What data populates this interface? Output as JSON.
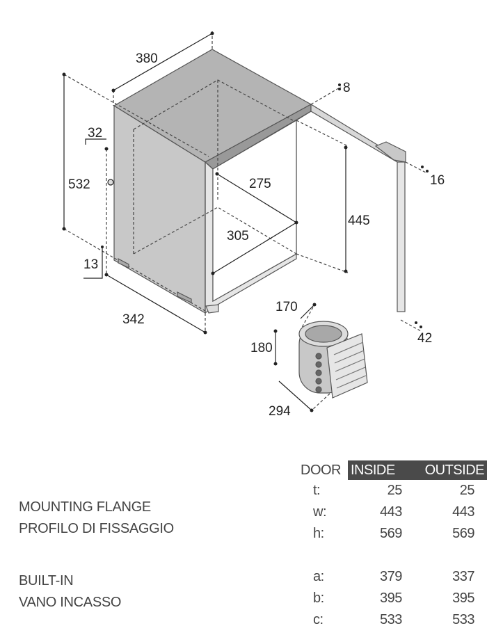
{
  "drawing": {
    "dims": {
      "width_top": "380",
      "height_total": "532",
      "flange_offset": "32",
      "foot_height": "13",
      "depth_bottom": "342",
      "inner_width": "275",
      "inner_depth": "305",
      "inner_height": "445",
      "door_gap": "8",
      "door_thickness": "16",
      "door_depth": "42",
      "comp_width": "170",
      "comp_height": "180",
      "comp_depth": "294"
    },
    "colors": {
      "body": "#c8c8c8",
      "top": "#b4b4b4",
      "line": "#222222"
    }
  },
  "labels": {
    "mounting_en": "MOUNTING FLANGE",
    "mounting_it": "PROFILO DI FISSAGGIO",
    "builtin_en": "BUILT-IN",
    "builtin_it": "VANO INCASSO"
  },
  "table": {
    "headers": [
      "DOOR",
      "INSIDE",
      "OUTSIDE"
    ],
    "door_rows": [
      {
        "key": "t:",
        "inside": "25",
        "outside": "25"
      },
      {
        "key": "w:",
        "inside": "443",
        "outside": "443"
      },
      {
        "key": "h:",
        "inside": "569",
        "outside": "569"
      }
    ],
    "builtin_rows": [
      {
        "key": "a:",
        "inside": "379",
        "outside": "337"
      },
      {
        "key": "b:",
        "inside": "395",
        "outside": "395"
      },
      {
        "key": "c:",
        "inside": "533",
        "outside": "533"
      }
    ]
  }
}
